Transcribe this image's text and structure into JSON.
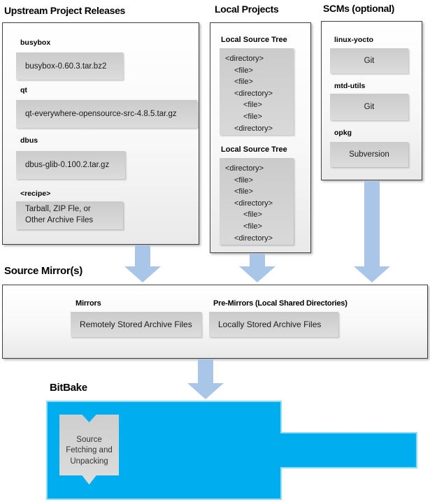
{
  "colors": {
    "accent_cyan": "#00aeef",
    "arrow_blue": "#a9c6e8",
    "panel_border": "#3f3f3f",
    "item_gray": "#d2d2d2"
  },
  "upstream": {
    "title": "Upstream Project Releases",
    "items": [
      {
        "label": "busybox",
        "file": "busybox-0.60.3.tar.bz2"
      },
      {
        "label": "qt",
        "file": "qt-everywhere-opensource-src-4.8.5.tar.gz"
      },
      {
        "label": "dbus",
        "file": "dbus-glib-0.100.2.tar.gz"
      },
      {
        "label": "<recipe>",
        "file": "Tarball, ZIP Fle, or\nOther Archive Files"
      }
    ]
  },
  "local_projects": {
    "title": "Local Projects",
    "trees": [
      {
        "label": "Local Source Tree",
        "entries": [
          "<directory>",
          "<file>",
          "<file>",
          "<directory>",
          "<file>",
          "<file>",
          "<directory>"
        ]
      },
      {
        "label": "Local Source Tree",
        "entries": [
          "<directory>",
          "<file>",
          "<file>",
          "<directory>",
          "<file>",
          "<file>",
          "<directory>"
        ]
      }
    ]
  },
  "scms": {
    "title": "SCMs (optional)",
    "items": [
      {
        "label": "linux-yocto",
        "tool": "Git"
      },
      {
        "label": "mtd-utils",
        "tool": "Git"
      },
      {
        "label": "opkg",
        "tool": "Subversion"
      }
    ]
  },
  "source_mirrors": {
    "title": "Source Mirror(s)",
    "mirrors_label": "Mirrors",
    "mirrors_box": "Remotely Stored Archive Files",
    "premirrors_label": "Pre-Mirrors (Local Shared Directories)",
    "premirrors_box": "Locally Stored Archive Files"
  },
  "bitbake": {
    "title": "BitBake",
    "step": "Source\nFetching and\nUnpacking"
  }
}
